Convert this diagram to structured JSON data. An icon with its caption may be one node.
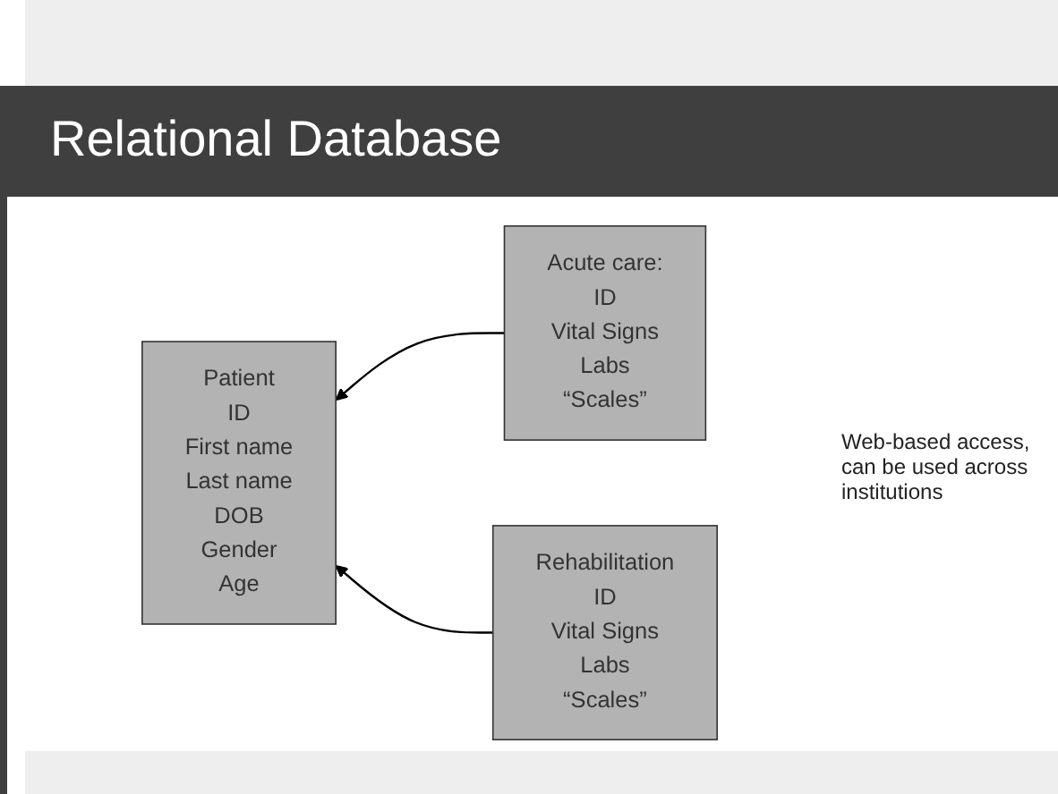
{
  "diagram": {
    "title": "Relational Database",
    "nodes": [
      {
        "text": [
          "Patient",
          "ID",
          "First name",
          "Last name",
          "DOB",
          "Gender",
          "Age"
        ]
      },
      {
        "text": [
          "Acute care:",
          "ID",
          "Vital Signs",
          "Labs",
          "“Scales”"
        ]
      },
      {
        "text": [
          "Rehabilitation",
          "ID",
          "Vital Signs",
          "Labs",
          "“Scales”"
        ]
      }
    ],
    "edges": [
      {
        "from": 1,
        "to": 0,
        "arrow": "to"
      },
      {
        "from": 2,
        "to": 0,
        "arrow": "to"
      }
    ],
    "labels": [
      "Web-based access, can be used across institutions"
    ]
  }
}
